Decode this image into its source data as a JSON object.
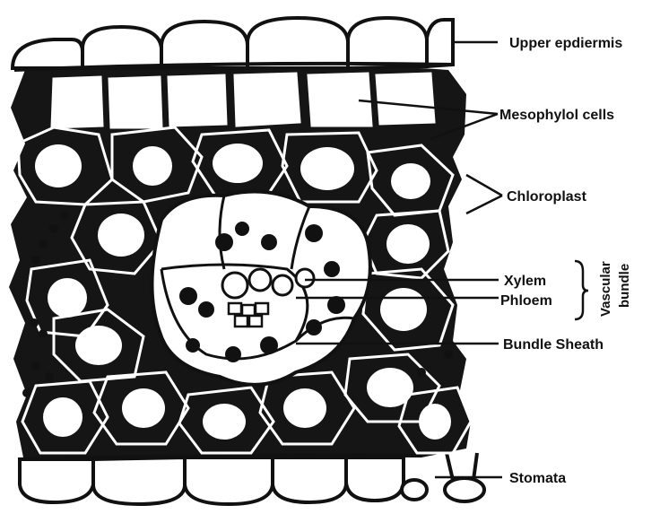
{
  "labels": {
    "upper_epidermis": "Upper epdiermis",
    "mesophyll_cells": "Mesophylol cells",
    "chloroplast": "Chloroplast",
    "xylem": "Xylem",
    "phloem": "Phloem",
    "vascular": "Vascular",
    "bundle": "bundle",
    "bundle_sheath": "Bundle Sheath",
    "stomata": "Stomata"
  },
  "colors": {
    "ink": "#111111",
    "background": "#ffffff"
  }
}
